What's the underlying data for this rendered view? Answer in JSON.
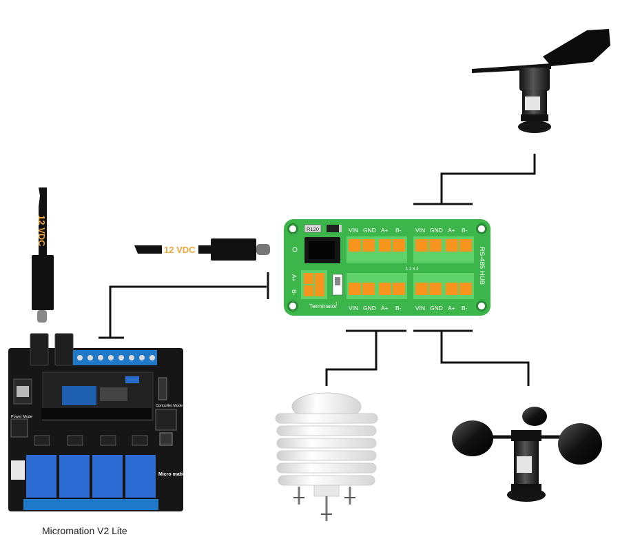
{
  "power": {
    "vertical_label": "12 VDC",
    "horizontal_label": "12 VDC"
  },
  "controller": {
    "caption": "Micromation V2 Lite",
    "silk_power_mode": "Power Mode",
    "silk_controller_mode": "Controller Mode",
    "silk_brand": "Micro mation"
  },
  "hub": {
    "title": "RS-485 HUB",
    "resistor": "R120",
    "terminator": "Terminator",
    "side_a": "A+",
    "side_b": "B-",
    "top_left_pins": [
      "VIN",
      "GND",
      "A+",
      "B-"
    ],
    "top_right_pins": [
      "VIN",
      "GND",
      "A+",
      "B-"
    ],
    "bottom_left_pins": [
      "VIN",
      "GND",
      "A+",
      "B-"
    ],
    "bottom_right_pins": [
      "VIN",
      "GND",
      "A+",
      "B-"
    ],
    "center_marks": "1 2 3 4"
  },
  "colors": {
    "pcb_green": "#3cb54a",
    "terminal_orange": "#f7941d",
    "controller_black": "#161616",
    "terminal_blue": "#1f78c8",
    "relay_blue": "#2c6bd4",
    "label_orange": "#f2a33a"
  }
}
